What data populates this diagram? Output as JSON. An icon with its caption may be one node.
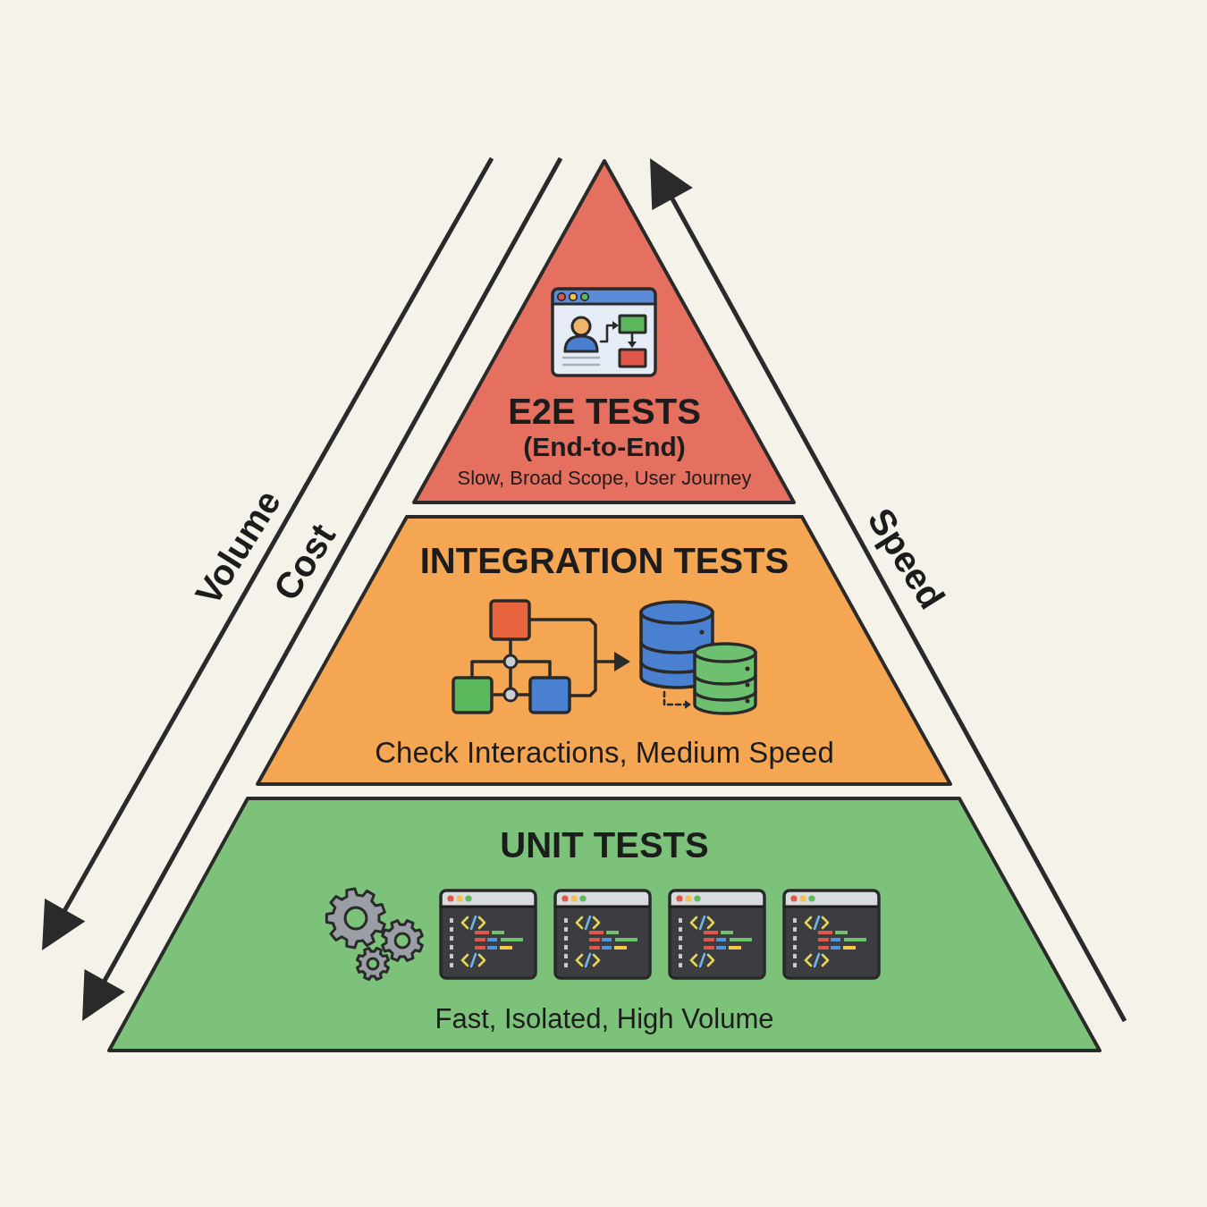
{
  "diagram": {
    "nodes": [
      {
        "text": [
          "E2E TESTS",
          "(End-to-End)",
          "Slow, Broad Scope, User Journey"
        ]
      },
      {
        "text": [
          "INTEGRATION TESTS",
          "Check Interactions, Medium Speed"
        ]
      },
      {
        "text": [
          "UNIT TESTS",
          "Fast, Isolated, High Volume"
        ]
      }
    ],
    "labels": [
      "Volume",
      "Cost",
      "Speed"
    ]
  }
}
